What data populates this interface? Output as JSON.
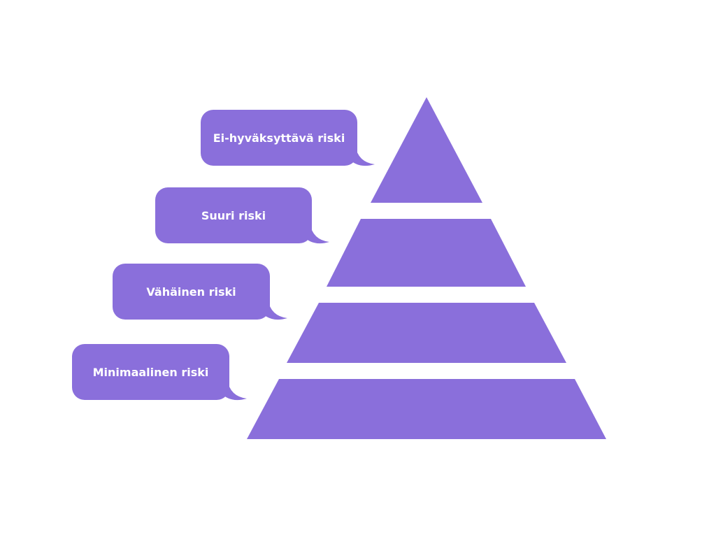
{
  "colors": {
    "accent": "#8a6fdb",
    "background": "#ffffff",
    "text": "#ffffff"
  },
  "levels": [
    {
      "label": "Ei-hyväksyttävä riski"
    },
    {
      "label": "Suuri riski"
    },
    {
      "label": "Vähäinen riski"
    },
    {
      "label": "Minimaalinen riski"
    }
  ]
}
